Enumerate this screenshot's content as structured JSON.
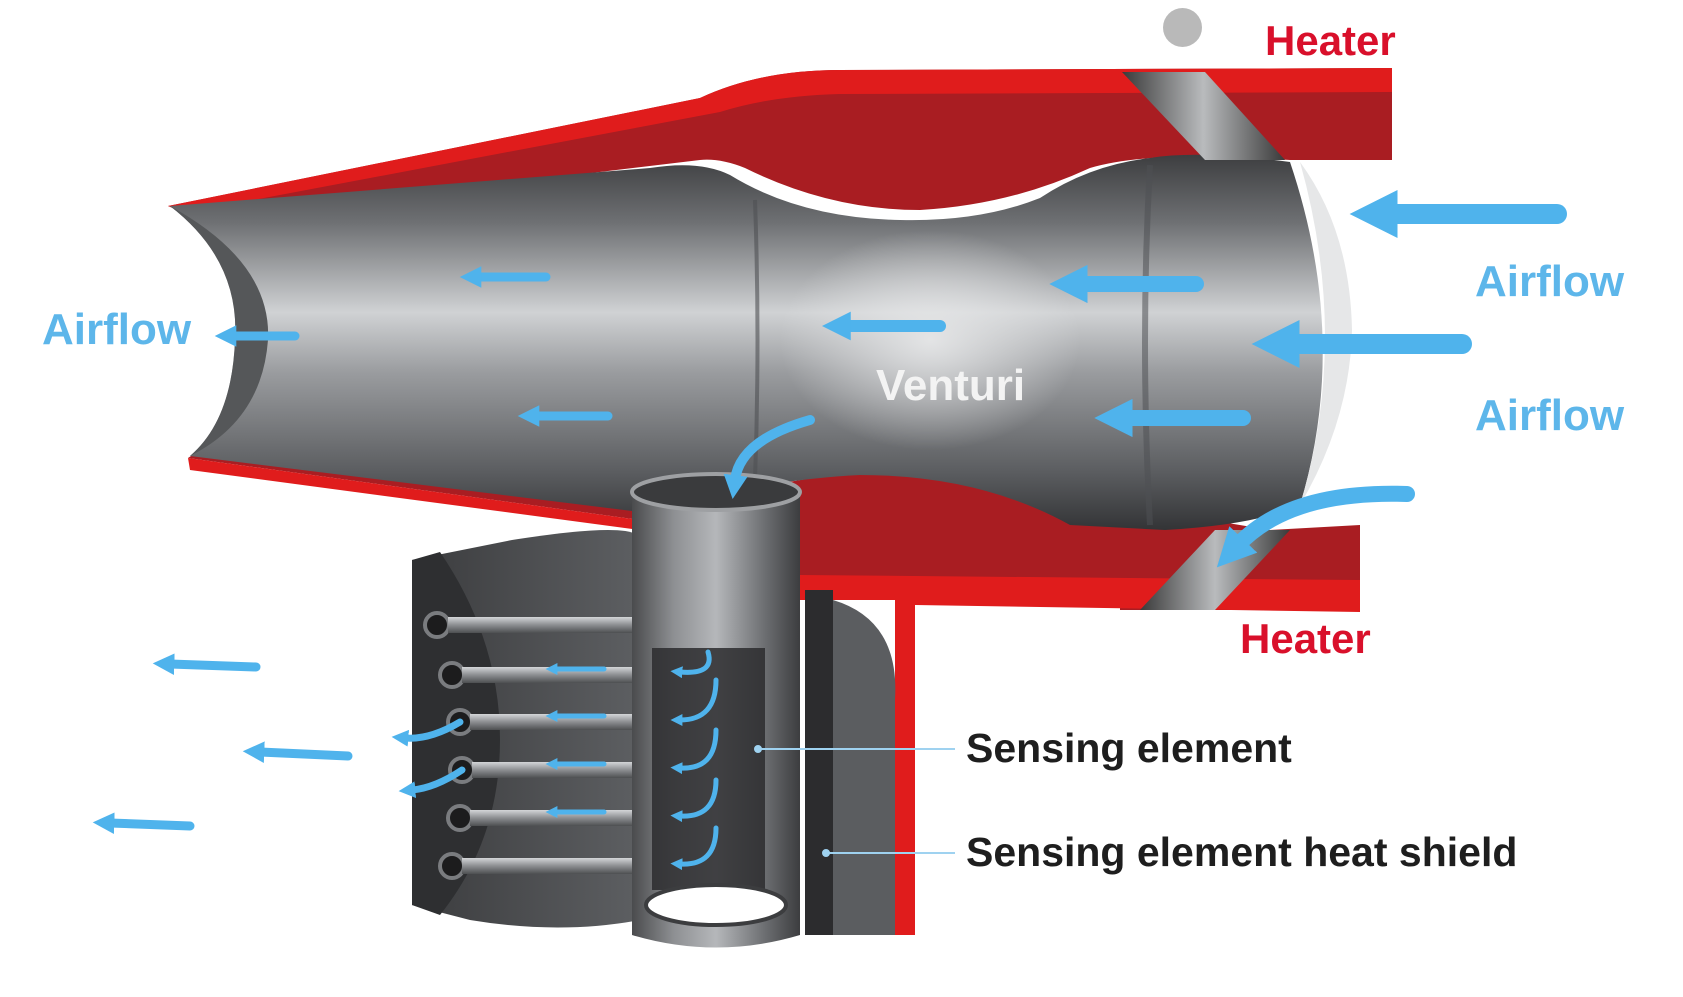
{
  "labels": {
    "heater_top": "Heater",
    "heater_bottom": "Heater",
    "airflow_left": "Airflow",
    "airflow_right_upper": "Airflow",
    "airflow_right_lower": "Airflow",
    "venturi": "Venturi",
    "sensing_element": "Sensing element",
    "sensing_element_heat_shield": "Sensing element heat shield"
  },
  "colors": {
    "heater_red": "#e01c1c",
    "heater_dark_red": "#a91d22",
    "metal_gray": "#6c6e71",
    "airflow_blue": "#4fb3ec",
    "heater_label": "#d9102b",
    "airflow_label": "#5db6ea"
  },
  "icons": [
    "airflow-arrow-icon"
  ]
}
